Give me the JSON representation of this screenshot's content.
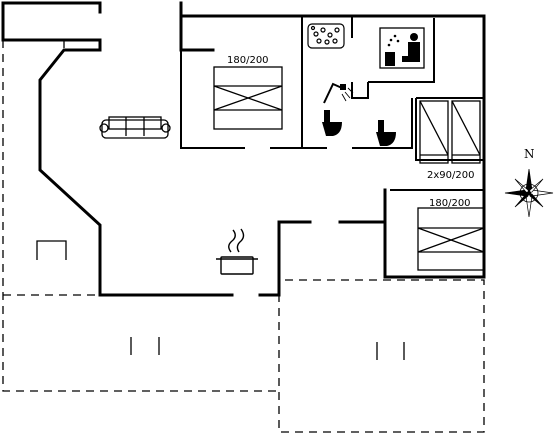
{
  "floorplan": {
    "rooms": {
      "bedroom_top": {
        "bed_label": "180/200"
      },
      "bedroom_right": {
        "bed_label": "2x90/200"
      },
      "bedroom_bottom": {
        "bed_label": "180/200"
      }
    },
    "compass": {
      "north_label": "N"
    },
    "icons": [
      "sofa-icon",
      "jacuzzi-icon",
      "sauna-icon",
      "shower-icon",
      "toilet-icon",
      "cooking-pot-icon"
    ]
  }
}
